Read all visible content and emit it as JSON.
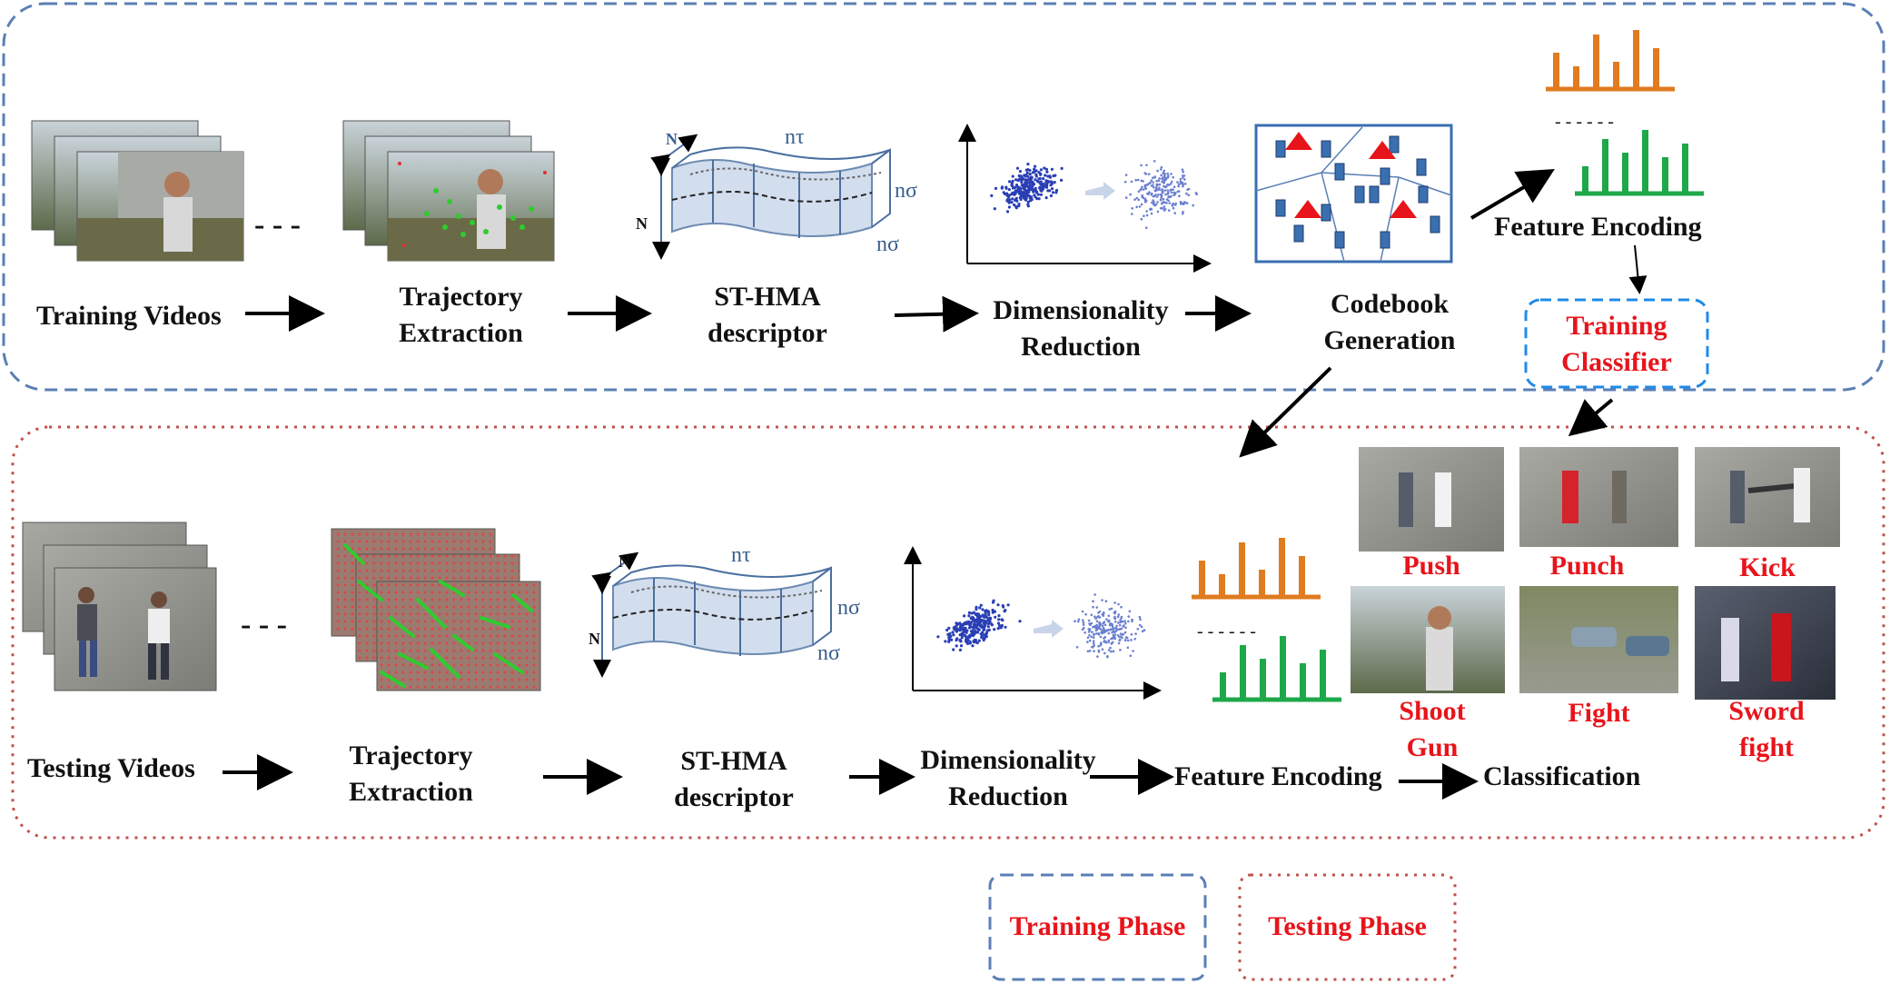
{
  "training": {
    "videos_label": "Training Videos",
    "dots": "- - -",
    "trajectory_label": "Trajectory Extraction",
    "descriptor_label": "ST-HMA descriptor",
    "dimred_label": "Dimensionality Reduction",
    "codebook_label": "Codebook Generation",
    "encoding_label": "Feature Encoding",
    "classifier_label": "Training Classifier",
    "descriptor_symbols": {
      "n": "N",
      "ntau": "nτ",
      "nsigma": "nσ"
    },
    "separator": "- - - - - -"
  },
  "testing": {
    "videos_label": "Testing Videos",
    "dots": "- - -",
    "trajectory_label": "Trajectory Extraction",
    "descriptor_label": "ST-HMA descriptor",
    "dimred_label": "Dimensionality Reduction",
    "encoding_label": "Feature Encoding",
    "classification_label": "Classification",
    "descriptor_symbols": {
      "n": "N",
      "ntau": "nτ",
      "nsigma": "nσ"
    },
    "separator": "- - - - - -"
  },
  "classes": [
    "Push",
    "Punch",
    "Kick",
    "Shoot Gun",
    "Fight",
    "Sword fight"
  ],
  "legend": {
    "training_phase": "Training Phase",
    "testing_phase": "Testing Phase"
  },
  "colors": {
    "training_border": "#5b7fb5",
    "testing_border": "#c0504d",
    "class_label": "#e8141b",
    "histogram_top": "#e07b1f",
    "histogram_bottom": "#1ea84a",
    "codebook_square": "#3a6fb0",
    "codebook_triangle": "#e8141b",
    "trajectory_points": "#2ecc2e"
  }
}
